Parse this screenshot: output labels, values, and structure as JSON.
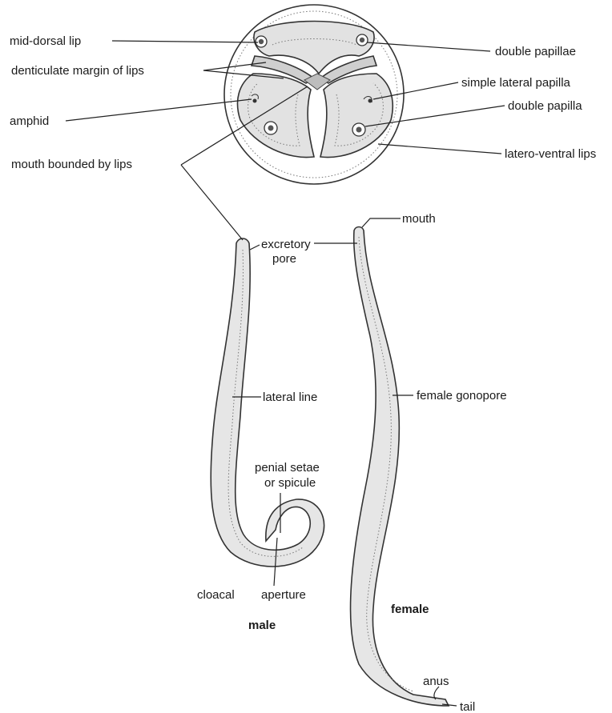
{
  "labels": {
    "mid_dorsal_lip": "mid-dorsal lip",
    "double_papillae": "double papillae",
    "denticulate_margin": "denticulate margin of lips",
    "simple_lateral_papilla": "simple lateral papilla",
    "amphid": "amphid",
    "double_papilla": "double papilla",
    "latero_ventral_lips": "latero-ventral lips",
    "mouth_bounded_by_lips": "mouth bounded by lips",
    "mouth": "mouth",
    "excretory_line1": "excretory",
    "excretory_line2": "pore",
    "lateral_line": "lateral line",
    "female_gonopore": "female gonopore",
    "penial_line1": "penial setae",
    "penial_line2": "or spicule",
    "cloacal": "cloacal",
    "aperture": "aperture",
    "male": "male",
    "female": "female",
    "anus": "anus",
    "tail": "tail"
  },
  "colors": {
    "body_fill": "#e6e6e6",
    "lip_fill": "#e2e2e2",
    "ink": "#1a1a1a"
  }
}
